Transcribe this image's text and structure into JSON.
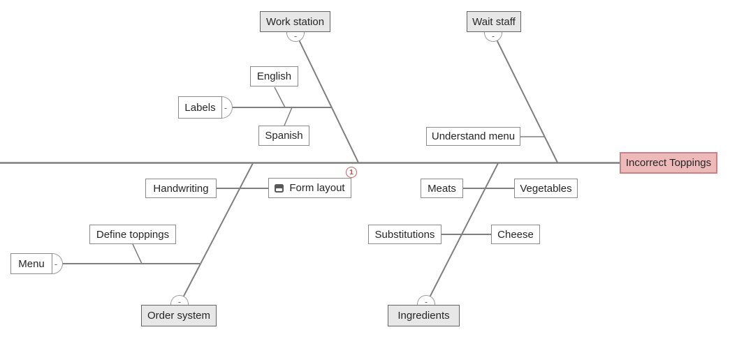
{
  "diagram": {
    "type": "fishbone-cause-effect",
    "effect": {
      "label": "Incorrect Toppings"
    },
    "branches": [
      {
        "label": "Work station",
        "side": "top",
        "collapse": "-",
        "sub": [
          {
            "label": "Labels",
            "collapse": "-",
            "sub": [
              {
                "label": "English"
              },
              {
                "label": "Spanish"
              }
            ]
          }
        ]
      },
      {
        "label": "Wait staff",
        "side": "top",
        "collapse": "-",
        "sub": [
          {
            "label": "Understand menu"
          }
        ]
      },
      {
        "label": "Order system",
        "side": "bottom",
        "collapse": "-",
        "sub": [
          {
            "label": "Handwriting"
          },
          {
            "label": "Form layout",
            "comment_count": "1"
          },
          {
            "label": "Menu",
            "collapse": "-",
            "sub": [
              {
                "label": "Define toppings"
              }
            ]
          }
        ]
      },
      {
        "label": "Ingredients",
        "side": "bottom",
        "collapse": "-",
        "sub": [
          {
            "label": "Meats"
          },
          {
            "label": "Vegetables"
          },
          {
            "label": "Substitutions"
          },
          {
            "label": "Cheese"
          }
        ]
      }
    ],
    "colors": {
      "effect_fill": "#edb9b9",
      "effect_border": "#c98285",
      "category_fill": "#e7e7e7",
      "line": "#7f7f7f",
      "badge_red": "#cd5f5c"
    }
  }
}
